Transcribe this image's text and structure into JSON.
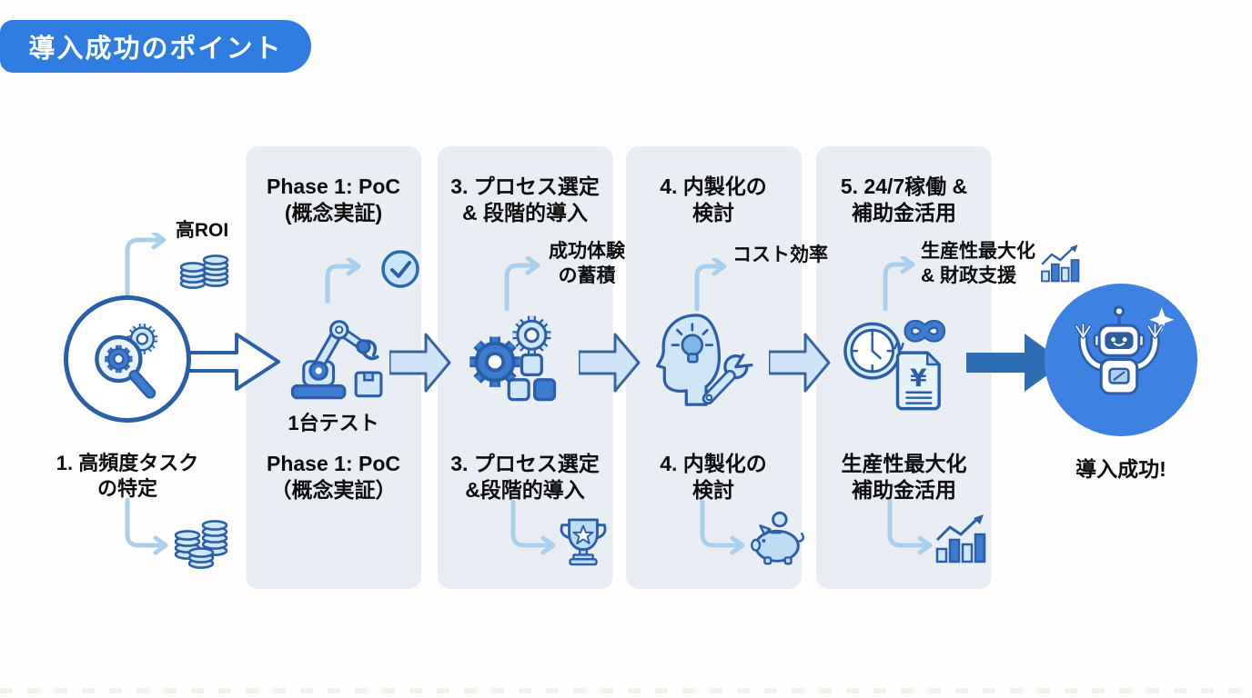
{
  "title": "導入成功のポイント",
  "colors": {
    "badge_blue": "#2e7ce0",
    "panel_gray": "#e9edf4",
    "outline_blue": "#2a5fa8",
    "mid_blue": "#3b7cd0",
    "light_blue_fill": "#cfe4f6",
    "solid_arrow_blue": "#2e6cb3",
    "success_circle_blue": "#3d82e3",
    "curved_arrow_blue": "#a9cfec",
    "text_black": "#0d0d0d"
  },
  "start_node": {
    "roi_label": "高ROI",
    "caption_line1": "1. 高頻度タスク",
    "caption_line2": "の特定"
  },
  "phases": [
    {
      "header_line1": "Phase 1: PoC",
      "header_line2": "(概念実証)",
      "icon_caption": "1台テスト",
      "footer_line1": "Phase 1: PoC",
      "footer_line2": "（概念実証）"
    },
    {
      "header_line1": "3. プロセス選定",
      "header_line2": "& 段階的導入",
      "annotation_line1": "成功体験",
      "annotation_line2": "の蓄積",
      "footer_line1": "3. プロセス選定",
      "footer_line2": "&段階的導入"
    },
    {
      "header_line1": "4. 内製化の",
      "header_line2": "検討",
      "annotation_line1": "コスト効率",
      "footer_line1": "4. 内製化の",
      "footer_line2": "検討"
    },
    {
      "header_line1": "5. 24/7稼働 &",
      "header_line2": "補助金活用",
      "annotation_line1": "生産性最大化",
      "annotation_line2": "& 財政支援",
      "footer_line1": "生産性最大化",
      "footer_line2": "補助金活用"
    }
  ],
  "goal_node": {
    "label": "導入成功!"
  }
}
